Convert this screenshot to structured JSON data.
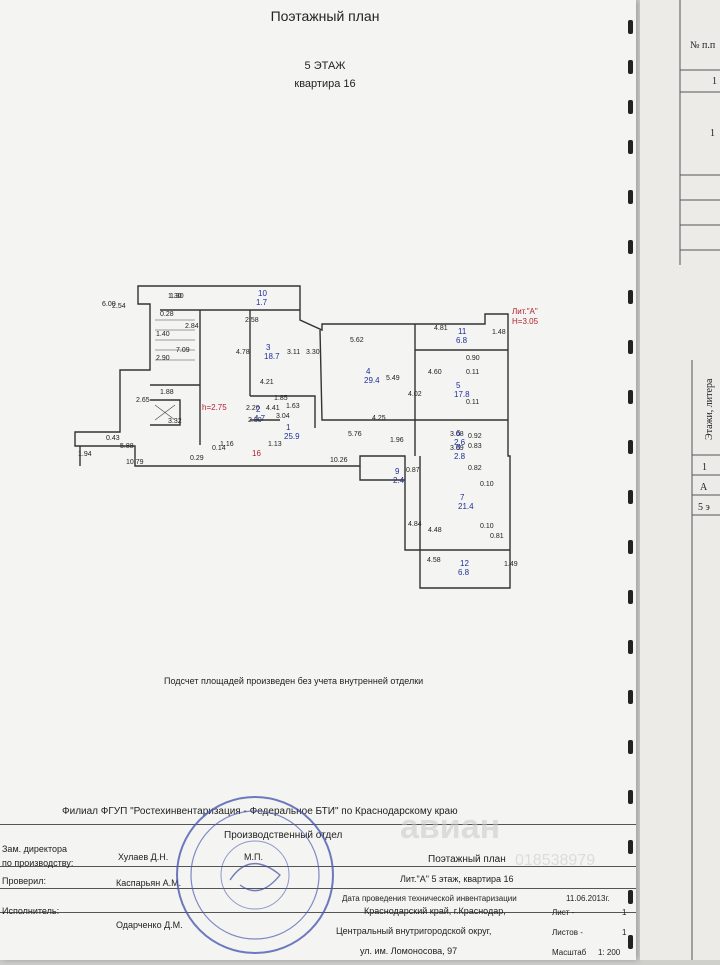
{
  "header": {
    "title": "Поэтажный план",
    "floor": "5  ЭТАЖ",
    "apartment": "квартира  16"
  },
  "plan": {
    "litera_label": "Лит.\"А\"",
    "height_label": "H=3.05",
    "h_small": "h=2.75",
    "apartment_number": "16",
    "dimensions": [
      "1.30",
      "2.54",
      "6.00",
      "1.40",
      "2.84",
      "2.58",
      "5.62",
      "4.81",
      "1.48",
      "0.28",
      "1.30",
      "3.30",
      "3.11",
      "5.49",
      "4.60",
      "0.90",
      "2.90",
      "7.09",
      "1.88",
      "4.78",
      "4.21",
      "0.11",
      "4.02",
      "0.11",
      "3.32",
      "2.65",
      "1.85",
      "4.41",
      "4.25",
      "3.08",
      "0.92",
      "1.94",
      "5.88",
      "2.30",
      "0.43",
      "3.04",
      "5.76",
      "1.96",
      "3.09",
      "0.83",
      "10.79",
      "0.29",
      "0.14",
      "1.16",
      "1.13",
      "10.26",
      "0.82",
      "0.10",
      "0.87",
      "4.84",
      "4.48",
      "0.10",
      "0.81",
      "4.58",
      "1.49",
      "2.20",
      "1.63"
    ],
    "rooms": [
      {
        "num": "10",
        "area": "1.7"
      },
      {
        "num": "3",
        "area": "18.7"
      },
      {
        "num": "4",
        "area": "29.4"
      },
      {
        "num": "11",
        "area": "6.8"
      },
      {
        "num": "5",
        "area": "17.8"
      },
      {
        "num": "2",
        "area": "4.7"
      },
      {
        "num": "1",
        "area": "25.9"
      },
      {
        "num": "6",
        "area": "2.6"
      },
      {
        "num": "8",
        "area": "2.8"
      },
      {
        "num": "9",
        "area": "2.4"
      },
      {
        "num": "7",
        "area": "21.4"
      },
      {
        "num": "12",
        "area": "6.8"
      }
    ]
  },
  "note": "Подсчет площадей произведен без учета внутренней отделки",
  "stamp": {
    "org": "Филиал ФГУП \"Ростехинвентаризация - Федеральное БТИ\" по Краснодарскому краю",
    "dept": "Производственный отдел",
    "deputy_label": "Зам. директора\nпо производству:",
    "deputy_name": "Хулаев Д.Н.",
    "mp": "М.П.",
    "checked_label": "Проверил:",
    "checked_name": "Каспарьян А.М.",
    "executor_label": "Исполнитель:",
    "executor_name": "Одарченко Д.М.",
    "doc_title": "Поэтажный план",
    "doc_sub": "Лит.\"А\"   5 этаж,  квартира 16",
    "inventory_label": "Дата проведения технической инвентаризации",
    "inventory_date": "11.06.2013г.",
    "address1": "Краснодарский край,  г.Краснодар,",
    "address2": "Центральный внутригородской округ,",
    "address3": "ул. им. Ломоносова, 97",
    "sheet_label": "Лист -",
    "sheet_val": "1",
    "sheets_label": "Листов -",
    "sheets_val": "1",
    "scale_label": "Масштаб",
    "scale_val": "1: 200"
  },
  "side": {
    "header": "№ п.п",
    "cell1": "1",
    "cell2": "1",
    "vertical": "Этажи, литера",
    "cell3": "1",
    "cell4": "А",
    "cell5": "5 э"
  },
  "watermark": {
    "main": "авиан",
    "phone": "018538979"
  }
}
